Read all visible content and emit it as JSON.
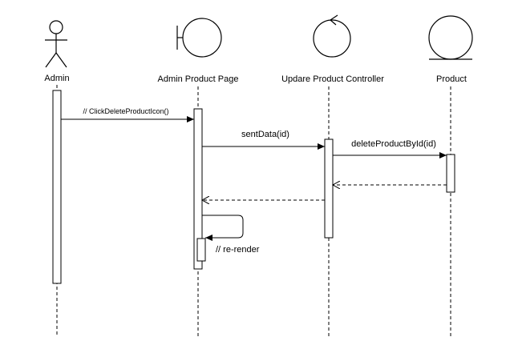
{
  "participants": {
    "admin": {
      "label": "Admin",
      "kind": "actor"
    },
    "page": {
      "label": "Admin Product Page",
      "kind": "boundary"
    },
    "controller": {
      "label": "Updare Product Controller",
      "kind": "control"
    },
    "product": {
      "label": "Product",
      "kind": "entity"
    }
  },
  "messages": {
    "click": {
      "label": "// ClickDeleteProductIcon()",
      "from": "admin",
      "to": "page",
      "type": "sync"
    },
    "sent": {
      "label": "sentData(id)",
      "from": "page",
      "to": "controller",
      "type": "sync"
    },
    "delete": {
      "label": "deleteProductById(id)",
      "from": "controller",
      "to": "product",
      "type": "sync"
    },
    "return_product": {
      "label": "",
      "from": "product",
      "to": "controller",
      "type": "return"
    },
    "return_controller": {
      "label": "",
      "from": "controller",
      "to": "page",
      "type": "return"
    },
    "rerender": {
      "label": "// re-render",
      "from": "page",
      "to": "page",
      "type": "self"
    }
  },
  "colors": {
    "line": "#000000",
    "background": "#ffffff"
  }
}
